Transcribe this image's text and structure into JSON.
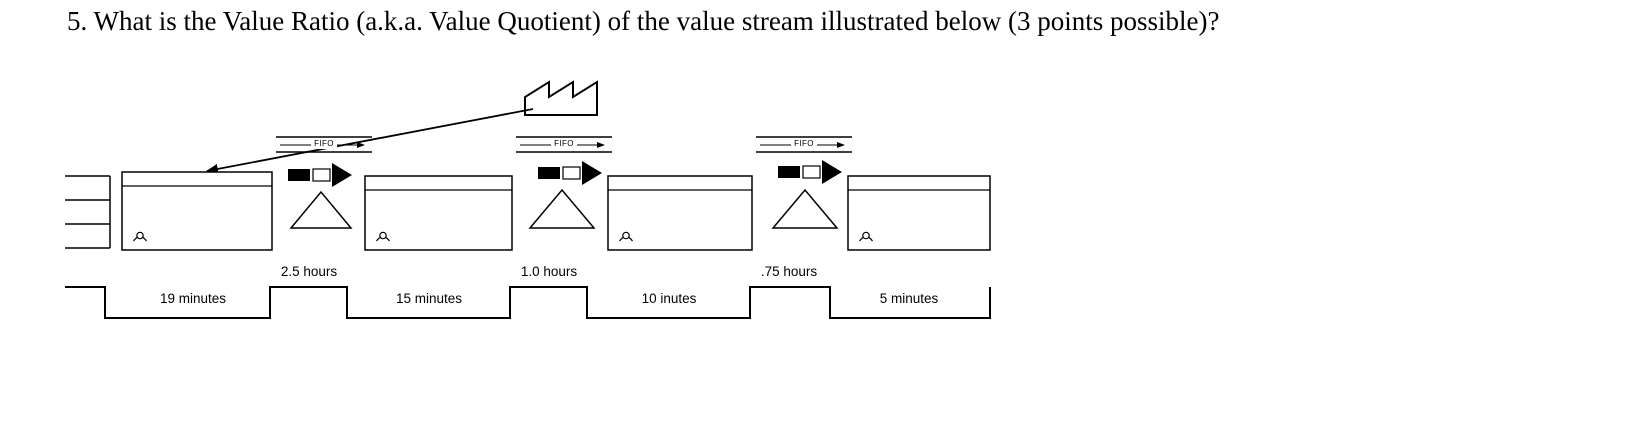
{
  "title": "5. What is the Value Ratio (a.k.a. Value Quotient) of the value stream illustrated below (3 points possible)?",
  "diagram": {
    "type": "value-stream-map",
    "fifo_lanes": [
      {
        "label": "FIFO"
      },
      {
        "label": "FIFO"
      },
      {
        "label": "FIFO"
      }
    ],
    "wait_times": [
      "2.5 hours",
      "1.0 hours",
      ".75 hours"
    ],
    "process_times": [
      "19 minutes",
      "15 minutes",
      "10 inutes",
      "5 minutes"
    ],
    "icons": [
      "factory-icon",
      "supplier-lines-icon",
      "operator-icon",
      "push-arrow-icon",
      "inventory-triangle-icon",
      "fifo-lane-icon",
      "timeline-ladder"
    ]
  }
}
